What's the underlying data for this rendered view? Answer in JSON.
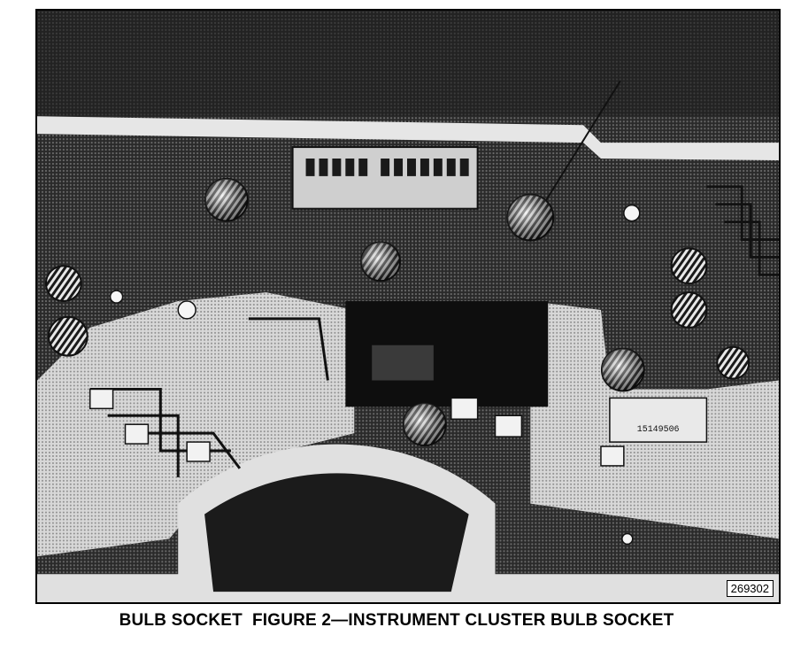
{
  "figure": {
    "photo_number": "269302",
    "callout_label": "BULB SOCKET",
    "caption": "FIGURE 2—INSTRUMENT CLUSTER BULB SOCKET",
    "board_marking": "15149506",
    "image_subject": "instrument-cluster-circuit-board-photo"
  }
}
